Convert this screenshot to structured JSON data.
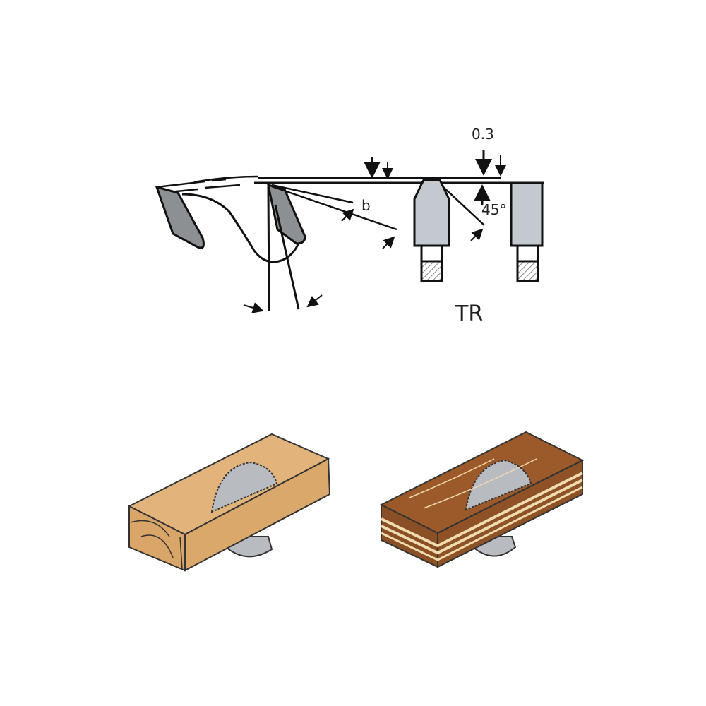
{
  "diagram": {
    "labels": {
      "clearance": "0.3",
      "width": "b",
      "chamfer_angle": "45°",
      "tooth_type": "TR"
    },
    "colors": {
      "tooth": "#8d9093",
      "carbide": "#c3c9cf",
      "solid_wood": "#e2b47c",
      "laminated_wood": "#9c5a2a",
      "blade": "#b8bcc0"
    }
  }
}
